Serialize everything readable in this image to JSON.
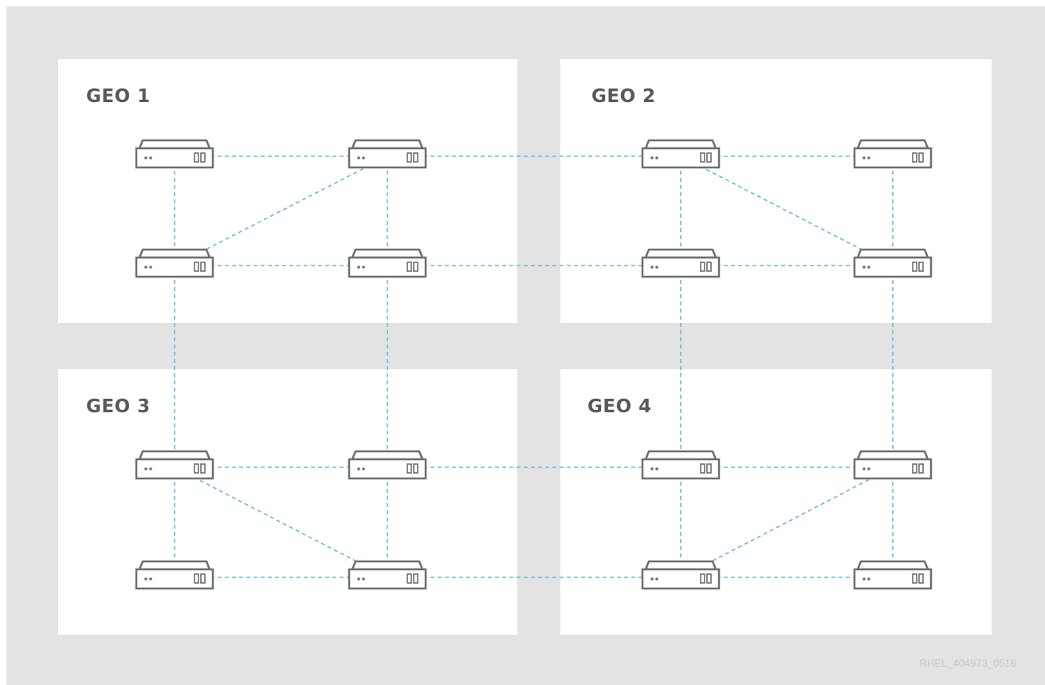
{
  "regions": [
    {
      "id": "geo1",
      "label": "GEO 1"
    },
    {
      "id": "geo2",
      "label": "GEO 2"
    },
    {
      "id": "geo3",
      "label": "GEO 3"
    },
    {
      "id": "geo4",
      "label": "GEO 4"
    }
  ],
  "nodes": [
    {
      "id": "g1a",
      "region": "geo1"
    },
    {
      "id": "g1b",
      "region": "geo1"
    },
    {
      "id": "g1c",
      "region": "geo1"
    },
    {
      "id": "g1d",
      "region": "geo1"
    },
    {
      "id": "g2a",
      "region": "geo2"
    },
    {
      "id": "g2b",
      "region": "geo2"
    },
    {
      "id": "g2c",
      "region": "geo2"
    },
    {
      "id": "g2d",
      "region": "geo2"
    },
    {
      "id": "g3a",
      "region": "geo3"
    },
    {
      "id": "g3b",
      "region": "geo3"
    },
    {
      "id": "g3c",
      "region": "geo3"
    },
    {
      "id": "g3d",
      "region": "geo3"
    },
    {
      "id": "g4a",
      "region": "geo4"
    },
    {
      "id": "g4b",
      "region": "geo4"
    },
    {
      "id": "g4c",
      "region": "geo4"
    },
    {
      "id": "g4d",
      "region": "geo4"
    }
  ],
  "edges": [
    [
      "g1a",
      "g1b"
    ],
    [
      "g1b",
      "g2a"
    ],
    [
      "g2a",
      "g2b"
    ],
    [
      "g1c",
      "g1d"
    ],
    [
      "g1d",
      "g2c"
    ],
    [
      "g2c",
      "g2d"
    ],
    [
      "g1a",
      "g1c"
    ],
    [
      "g1b",
      "g1d"
    ],
    [
      "g1c",
      "g1b"
    ],
    [
      "g2a",
      "g2c"
    ],
    [
      "g2b",
      "g2d"
    ],
    [
      "g2a",
      "g2d"
    ],
    [
      "g1c",
      "g3a"
    ],
    [
      "g1d",
      "g3b"
    ],
    [
      "g2c",
      "g4a"
    ],
    [
      "g2d",
      "g4b"
    ],
    [
      "g3a",
      "g3b"
    ],
    [
      "g3b",
      "g4a"
    ],
    [
      "g4a",
      "g4b"
    ],
    [
      "g3c",
      "g3d"
    ],
    [
      "g3d",
      "g4c"
    ],
    [
      "g4c",
      "g4d"
    ],
    [
      "g3a",
      "g3c"
    ],
    [
      "g3b",
      "g3d"
    ],
    [
      "g3a",
      "g3d"
    ],
    [
      "g4a",
      "g4c"
    ],
    [
      "g4b",
      "g4d"
    ],
    [
      "g4c",
      "g4b"
    ]
  ],
  "colors": {
    "background": "#e3e3e3",
    "region_fill": "#ffffff",
    "label": "#58595b",
    "server_stroke": "#6d6e71",
    "link": "#6ab7dd",
    "watermark": "#c6c6c6"
  },
  "icons": {
    "node": "server-icon"
  },
  "watermark": "RHEL_404973_0516"
}
